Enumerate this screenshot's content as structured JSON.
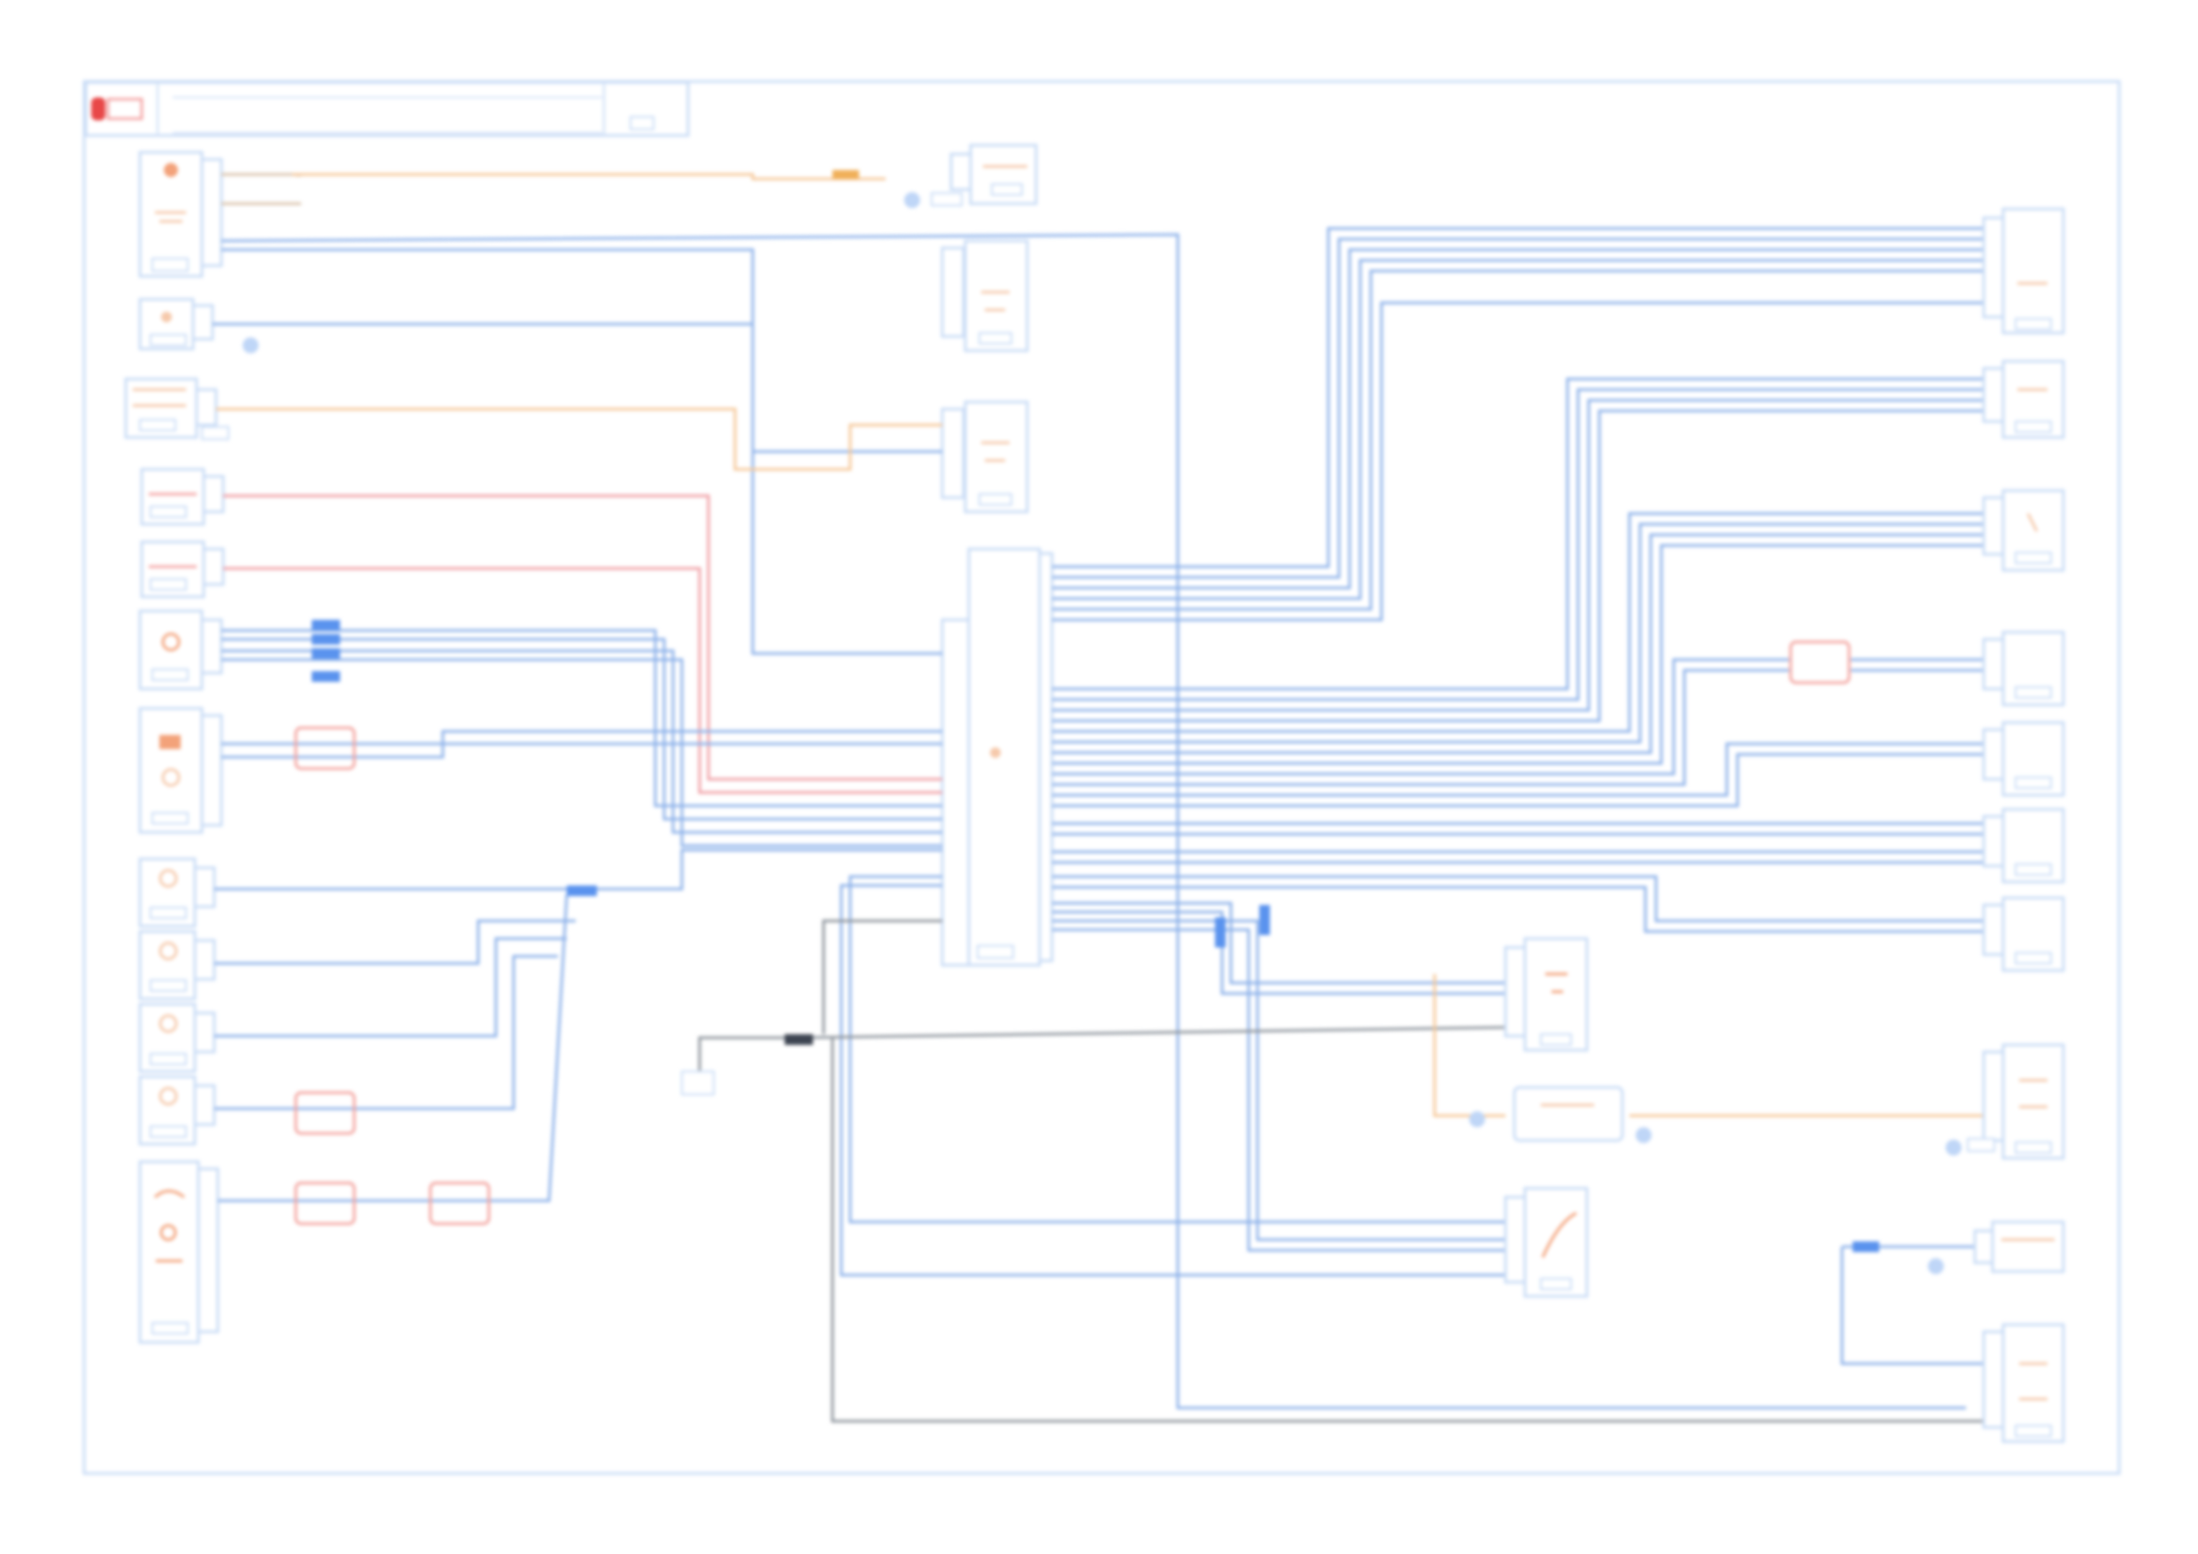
{
  "document": {
    "title": "",
    "sheet_ref": "",
    "warning_label": "",
    "frame_color": "#c9dcf6",
    "wire_blue": "#8fb3ea",
    "wire_blue_dark": "#4f86df",
    "wire_orange": "#f6c89a",
    "wire_red": "#f0a0a6",
    "wire_gray": "#8f969e",
    "component_orange": "#f3a27a",
    "connector_fill": "#5a93ee"
  },
  "left_components": [
    {
      "id": "lc1",
      "code": "",
      "icon": "lamp-icon"
    },
    {
      "id": "lc2",
      "code": "",
      "icon": "switch-icon"
    },
    {
      "id": "lc3",
      "code": "",
      "icon": "sensor-icon"
    },
    {
      "id": "lc4",
      "code": "",
      "icon": "sensor-icon"
    },
    {
      "id": "lc5",
      "code": "",
      "icon": "sensor-icon"
    },
    {
      "id": "lc6",
      "code": "",
      "icon": "switch-icon"
    },
    {
      "id": "lc7",
      "code": "",
      "icon": "motor-icon"
    },
    {
      "id": "lc8",
      "code": "",
      "icon": "switch-icon"
    },
    {
      "id": "lc9",
      "code": "",
      "icon": "switch-icon"
    },
    {
      "id": "lc10",
      "code": "",
      "icon": "switch-icon"
    },
    {
      "id": "lc11",
      "code": "",
      "icon": "switch-icon"
    },
    {
      "id": "lc12",
      "code": "",
      "icon": "speaker-icon"
    }
  ],
  "right_components": [
    {
      "id": "rc1",
      "code": ""
    },
    {
      "id": "rc2",
      "code": ""
    },
    {
      "id": "rc3",
      "code": ""
    },
    {
      "id": "rc4",
      "code": ""
    },
    {
      "id": "rc5",
      "code": ""
    },
    {
      "id": "rc6",
      "code": ""
    },
    {
      "id": "rc7",
      "code": ""
    },
    {
      "id": "rc8",
      "code": ""
    },
    {
      "id": "rc9",
      "code": ""
    },
    {
      "id": "rc10",
      "code": ""
    }
  ],
  "center_module": {
    "code": "",
    "icon": "control-module-icon"
  },
  "ground": {
    "icon": "ground-icon"
  }
}
